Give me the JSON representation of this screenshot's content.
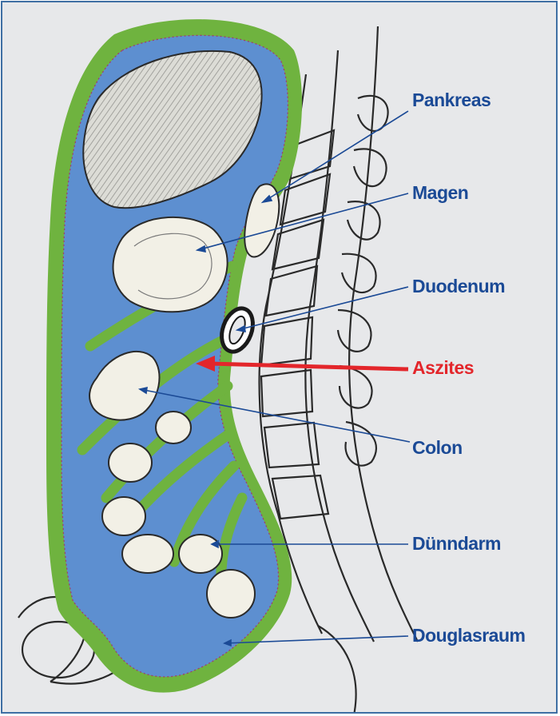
{
  "colors": {
    "frame_border": "#3f6fa3",
    "background": "#e7e8ea",
    "ascites_fluid": "#5d8fd0",
    "peritoneum": "#6fb33f",
    "organ_fill": "#f2f0e6",
    "outline": "#2a2a2a",
    "label_blue": "#1b4a96",
    "label_red": "#e3262b"
  },
  "labels": {
    "pankreas": "Pankreas",
    "magen": "Magen",
    "duodenum": "Duodenum",
    "aszites": "Aszites",
    "colon": "Colon",
    "duenndarm": "Dünndarm",
    "douglasraum": "Douglasraum"
  }
}
